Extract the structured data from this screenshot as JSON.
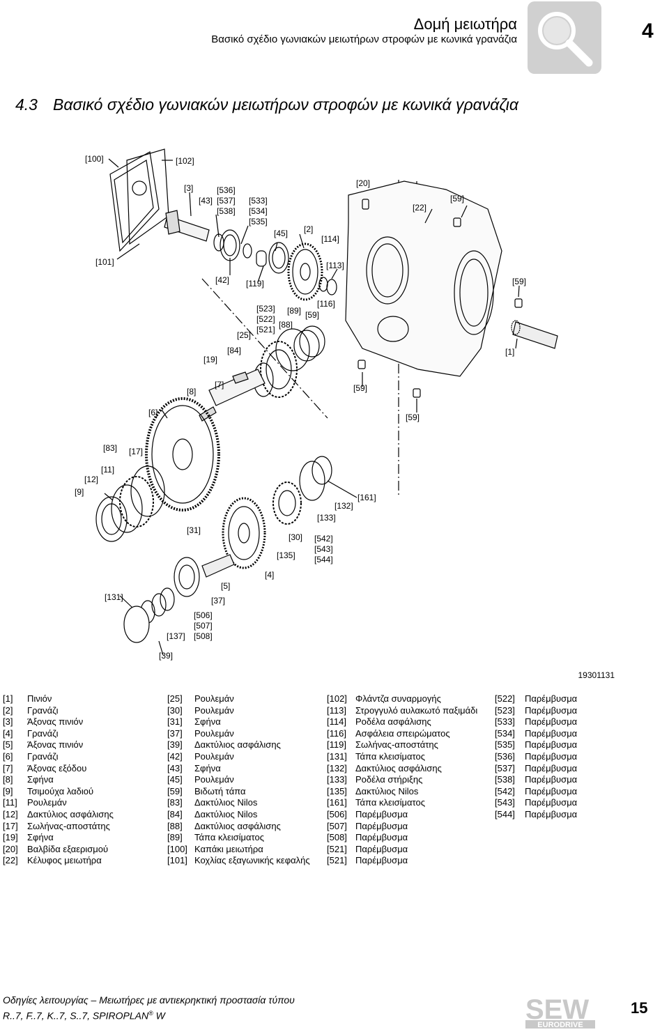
{
  "header": {
    "title": "Δομή μειωτήρα",
    "subtitle": "Βασικό σχέδιο γωνιακών μειωτήρων στροφών με κωνικά γρανάζια",
    "chapter_number": "4",
    "icon": "magnifier-icon"
  },
  "section": {
    "number": "4.3",
    "title": "Βασικό σχέδιο γωνιακών μειωτήρων στροφών με κωνικά γρανάζια"
  },
  "diagram": {
    "figure_id": "19301131",
    "labels": [
      "[100]",
      "[102]",
      "[3]",
      "[536]",
      "[43]",
      "[537]",
      "[538]",
      "[533]",
      "[534]",
      "[535]",
      "[20]",
      "[22]",
      "[59]",
      "[45]",
      "[2]",
      "[114]",
      "[101]",
      "[113]",
      "[42]",
      "[119]",
      "[59]",
      "[116]",
      "[523]",
      "[89]",
      "[59]",
      "[522]",
      "[88]",
      "[521]",
      "[25]",
      "[84]",
      "[19]",
      "[1]",
      "[7]",
      "[8]",
      "[59]",
      "[6]",
      "[59]",
      "[83]",
      "[17]",
      "[11]",
      "[12]",
      "[9]",
      "[161]",
      "[132]",
      "[133]",
      "[31]",
      "[30]",
      "[542]",
      "[543]",
      "[135]",
      "[544]",
      "[4]",
      "[5]",
      "[131]",
      "[37]",
      "[506]",
      "[507]",
      "[137]",
      "[508]",
      "[39]"
    ]
  },
  "legend": {
    "col1": [
      {
        "num": "[1]",
        "text": "Πινιόν"
      },
      {
        "num": "[2]",
        "text": "Γρανάζι"
      },
      {
        "num": "[3]",
        "text": "Άξονας πινιόν"
      },
      {
        "num": "[4]",
        "text": "Γρανάζι"
      },
      {
        "num": "[5]",
        "text": "Άξονας πινιόν"
      },
      {
        "num": "[6]",
        "text": "Γρανάζι"
      },
      {
        "num": "[7]",
        "text": "Άξονας εξόδου"
      },
      {
        "num": "[8]",
        "text": "Σφήνα"
      },
      {
        "num": "[9]",
        "text": "Τσιμούχα λαδιού"
      },
      {
        "num": "[11]",
        "text": "Ρουλεμάν"
      },
      {
        "num": "[12]",
        "text": "Δακτύλιος ασφάλισης"
      },
      {
        "num": "[17]",
        "text": "Σωλήνας-αποστάτης"
      },
      {
        "num": "[19]",
        "text": "Σφήνα"
      },
      {
        "num": "[20]",
        "text": "Βαλβίδα εξαερισμού"
      },
      {
        "num": "[22]",
        "text": "Κέλυφος μειωτήρα"
      }
    ],
    "col2": [
      {
        "num": "[25]",
        "text": "Ρουλεμάν"
      },
      {
        "num": "[30]",
        "text": "Ρουλεμάν"
      },
      {
        "num": "[31]",
        "text": "Σφήνα"
      },
      {
        "num": "[37]",
        "text": "Ρουλεμάν"
      },
      {
        "num": "[39]",
        "text": "Δακτύλιος ασφάλισης"
      },
      {
        "num": "[42]",
        "text": "Ρουλεμάν"
      },
      {
        "num": "[43]",
        "text": "Σφήνα"
      },
      {
        "num": "[45]",
        "text": "Ρουλεμάν"
      },
      {
        "num": "[59]",
        "text": "Βιδωτή τάπα"
      },
      {
        "num": "[83]",
        "text": "Δακτύλιος Nilos"
      },
      {
        "num": "[84]",
        "text": "Δακτύλιος Nilos"
      },
      {
        "num": "[88]",
        "text": "Δακτύλιος ασφάλισης"
      },
      {
        "num": "[89]",
        "text": "Τάπα κλεισίματος"
      },
      {
        "num": "[100]",
        "text": "Καπάκι μειωτήρα"
      },
      {
        "num": "[101]",
        "text": "Κοχλίας εξαγωνικής κεφαλής"
      }
    ],
    "col3": [
      {
        "num": "[102]",
        "text": "Φλάντζα συναρμογής"
      },
      {
        "num": "[113]",
        "text": "Στρογγυλό αυλακωτό παξιμάδι"
      },
      {
        "num": "[114]",
        "text": "Ροδέλα ασφάλισης"
      },
      {
        "num": "[116]",
        "text": "Ασφάλεια σπειρώματος"
      },
      {
        "num": "[119]",
        "text": "Σωλήνας-αποστάτης"
      },
      {
        "num": "[131]",
        "text": "Τάπα κλεισίματος"
      },
      {
        "num": "[132]",
        "text": "Δακτύλιος ασφάλισης"
      },
      {
        "num": "[133]",
        "text": "Ροδέλα στήριξης"
      },
      {
        "num": "[135]",
        "text": "Δακτύλιος Nilos"
      },
      {
        "num": "[161]",
        "text": "Τάπα κλεισίματος"
      },
      {
        "num": "[506]",
        "text": "Παρέμβυσμα"
      },
      {
        "num": "[507]",
        "text": "Παρέμβυσμα"
      },
      {
        "num": "[508]",
        "text": "Παρέμβυσμα"
      },
      {
        "num": "[521]",
        "text": "Παρέμβυσμα"
      },
      {
        "num": "[521]",
        "text": "Παρέμβυσμα"
      }
    ],
    "col4": [
      {
        "num": "[522]",
        "text": "Παρέμβυσμα"
      },
      {
        "num": "[523]",
        "text": "Παρέμβυσμα"
      },
      {
        "num": "[533]",
        "text": "Παρέμβυσμα"
      },
      {
        "num": "[534]",
        "text": "Παρέμβυσμα"
      },
      {
        "num": "[535]",
        "text": "Παρέμβυσμα"
      },
      {
        "num": "[536]",
        "text": "Παρέμβυσμα"
      },
      {
        "num": "[537]",
        "text": "Παρέμβυσμα"
      },
      {
        "num": "[538]",
        "text": "Παρέμβυσμα"
      },
      {
        "num": "[542]",
        "text": "Παρέμβυσμα"
      },
      {
        "num": "[543]",
        "text": "Παρέμβυσμα"
      },
      {
        "num": "[544]",
        "text": "Παρέμβυσμα"
      }
    ]
  },
  "footer": {
    "line1": "Οδηγίες λειτουργίας – Μειωτήρες με αντιεκρηκτική προστασία τύπου",
    "line2": "R..7, F..7, K..7, S..7, SPIROPLAN",
    "registered": "®",
    "line2_end": "W",
    "page_number": "15",
    "logo_top": "SEW",
    "logo_bottom": "EURODRIVE"
  }
}
